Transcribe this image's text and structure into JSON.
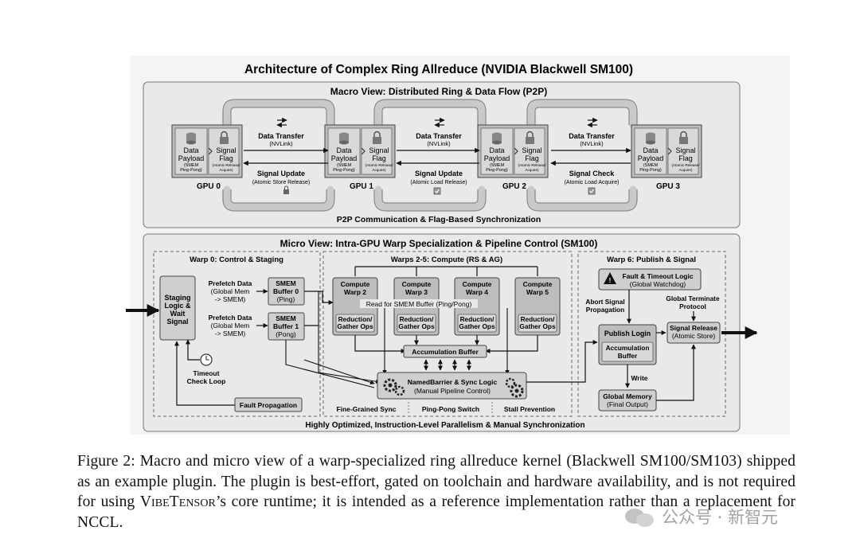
{
  "figure": {
    "title": "Architecture of Complex Ring Allreduce (NVIDIA Blackwell SM100)",
    "macro": {
      "title": "Macro View: Distributed Ring & Data Flow (P2P)",
      "footer": "P2P Communication & Flag-Based Synchronization",
      "gpus": [
        {
          "name": "GPU 0"
        },
        {
          "name": "GPU 1"
        },
        {
          "name": "GPU 2"
        },
        {
          "name": "GPU 3"
        }
      ],
      "gpu_cell": {
        "payload_l1": "Data",
        "payload_l2": "Payload",
        "payload_s1": "(SMEM",
        "payload_s2": "Ping-Pong)",
        "flag_l1": "Signal",
        "flag_l2": "Flag",
        "flag_s1": "(Atomic Release/",
        "flag_s2": "Acquire)"
      },
      "links": [
        {
          "top": "Data Transfer",
          "top_sub": "(NVLink)",
          "bottom": "Signal Update",
          "bottom_sub": "(Atomic Store Release)"
        },
        {
          "top": "Data Transfer",
          "top_sub": "(NVLink)",
          "bottom": "Signal Update",
          "bottom_sub": "(Atomic Load Release)"
        },
        {
          "top": "Data Transfer",
          "top_sub": "(NVLink)",
          "bottom": "Signal Check",
          "bottom_sub": "(Atomic Load Acquire)"
        }
      ]
    },
    "micro": {
      "title": "Micro View: Intra-GPU Warp Specialization & Pipeline Control (SM100)",
      "footer": "Highly Optimized, Instruction-Level Parallelism & Manual Synchronization",
      "warp0": {
        "title": "Warp 0: Control & Staging",
        "staging": [
          "Staging",
          "Logic &",
          "Wait",
          "Signal"
        ],
        "prefetch": [
          "Prefetch Data",
          "(Global Mem",
          "-> SMEM)"
        ],
        "smem0": [
          "SMEM",
          "Buffer 0",
          "(Ping)"
        ],
        "smem1": [
          "SMEM",
          "Buffer 1",
          "(Pong)"
        ],
        "timeout": [
          "Timeout",
          "Check Loop"
        ],
        "fault_prop": "Fault Propagation"
      },
      "compute": {
        "title": "Warps 2-5: Compute (RS & AG)",
        "warps": [
          {
            "name": "Compute",
            "num": "Warp 2"
          },
          {
            "name": "Compute",
            "num": "Warp 3"
          },
          {
            "name": "Compute",
            "num": "Warp 4"
          },
          {
            "name": "Compute",
            "num": "Warp 5"
          }
        ],
        "read_label": "Read for SMEM Buffer (Ping/Pong)",
        "reduction": [
          "Reduction/",
          "Gather Ops"
        ],
        "accum": "Accumulation Buffer",
        "barrier": [
          "NamedBarrier & Sync Logic",
          "(Manual Pipeline Control)"
        ],
        "tags": [
          "Fine-Grained Sync",
          "Ping-Pong Switch",
          "Stall Prevention"
        ]
      },
      "warp6": {
        "title": "Warp 6: Publish & Signal",
        "fault": [
          "Fault & Timeout Logic",
          "(Global Watchdog)"
        ],
        "abort": [
          "Abort Signal",
          "Propagation"
        ],
        "publish": "Publish Login",
        "accum": [
          "Accumulation",
          "Buffer"
        ],
        "global_term": [
          "Global Terminate",
          "Protocol"
        ],
        "signal_release": [
          "Signal Release",
          "(Atomic Store)"
        ],
        "write": "Write",
        "global_mem": [
          "Global Memory",
          "(Final Output)"
        ]
      }
    }
  },
  "caption": {
    "part1": "Figure 2:  Macro and micro view of a warp-specialized ring allreduce kernel (Blackwell SM100/SM103) shipped as an example plugin. The plugin is best-effort, gated on toolchain and hardware availability, and is not required for using ",
    "brand": "VibeTensor",
    "part2": "’s core runtime; it is intended as a reference implementation rather than a replacement for NCCL."
  },
  "watermark": "公众号 · 新智元",
  "colors": {
    "box": "#d4d4d4",
    "panel": "#ececec",
    "line": "#333333",
    "arrow": "#111111"
  }
}
